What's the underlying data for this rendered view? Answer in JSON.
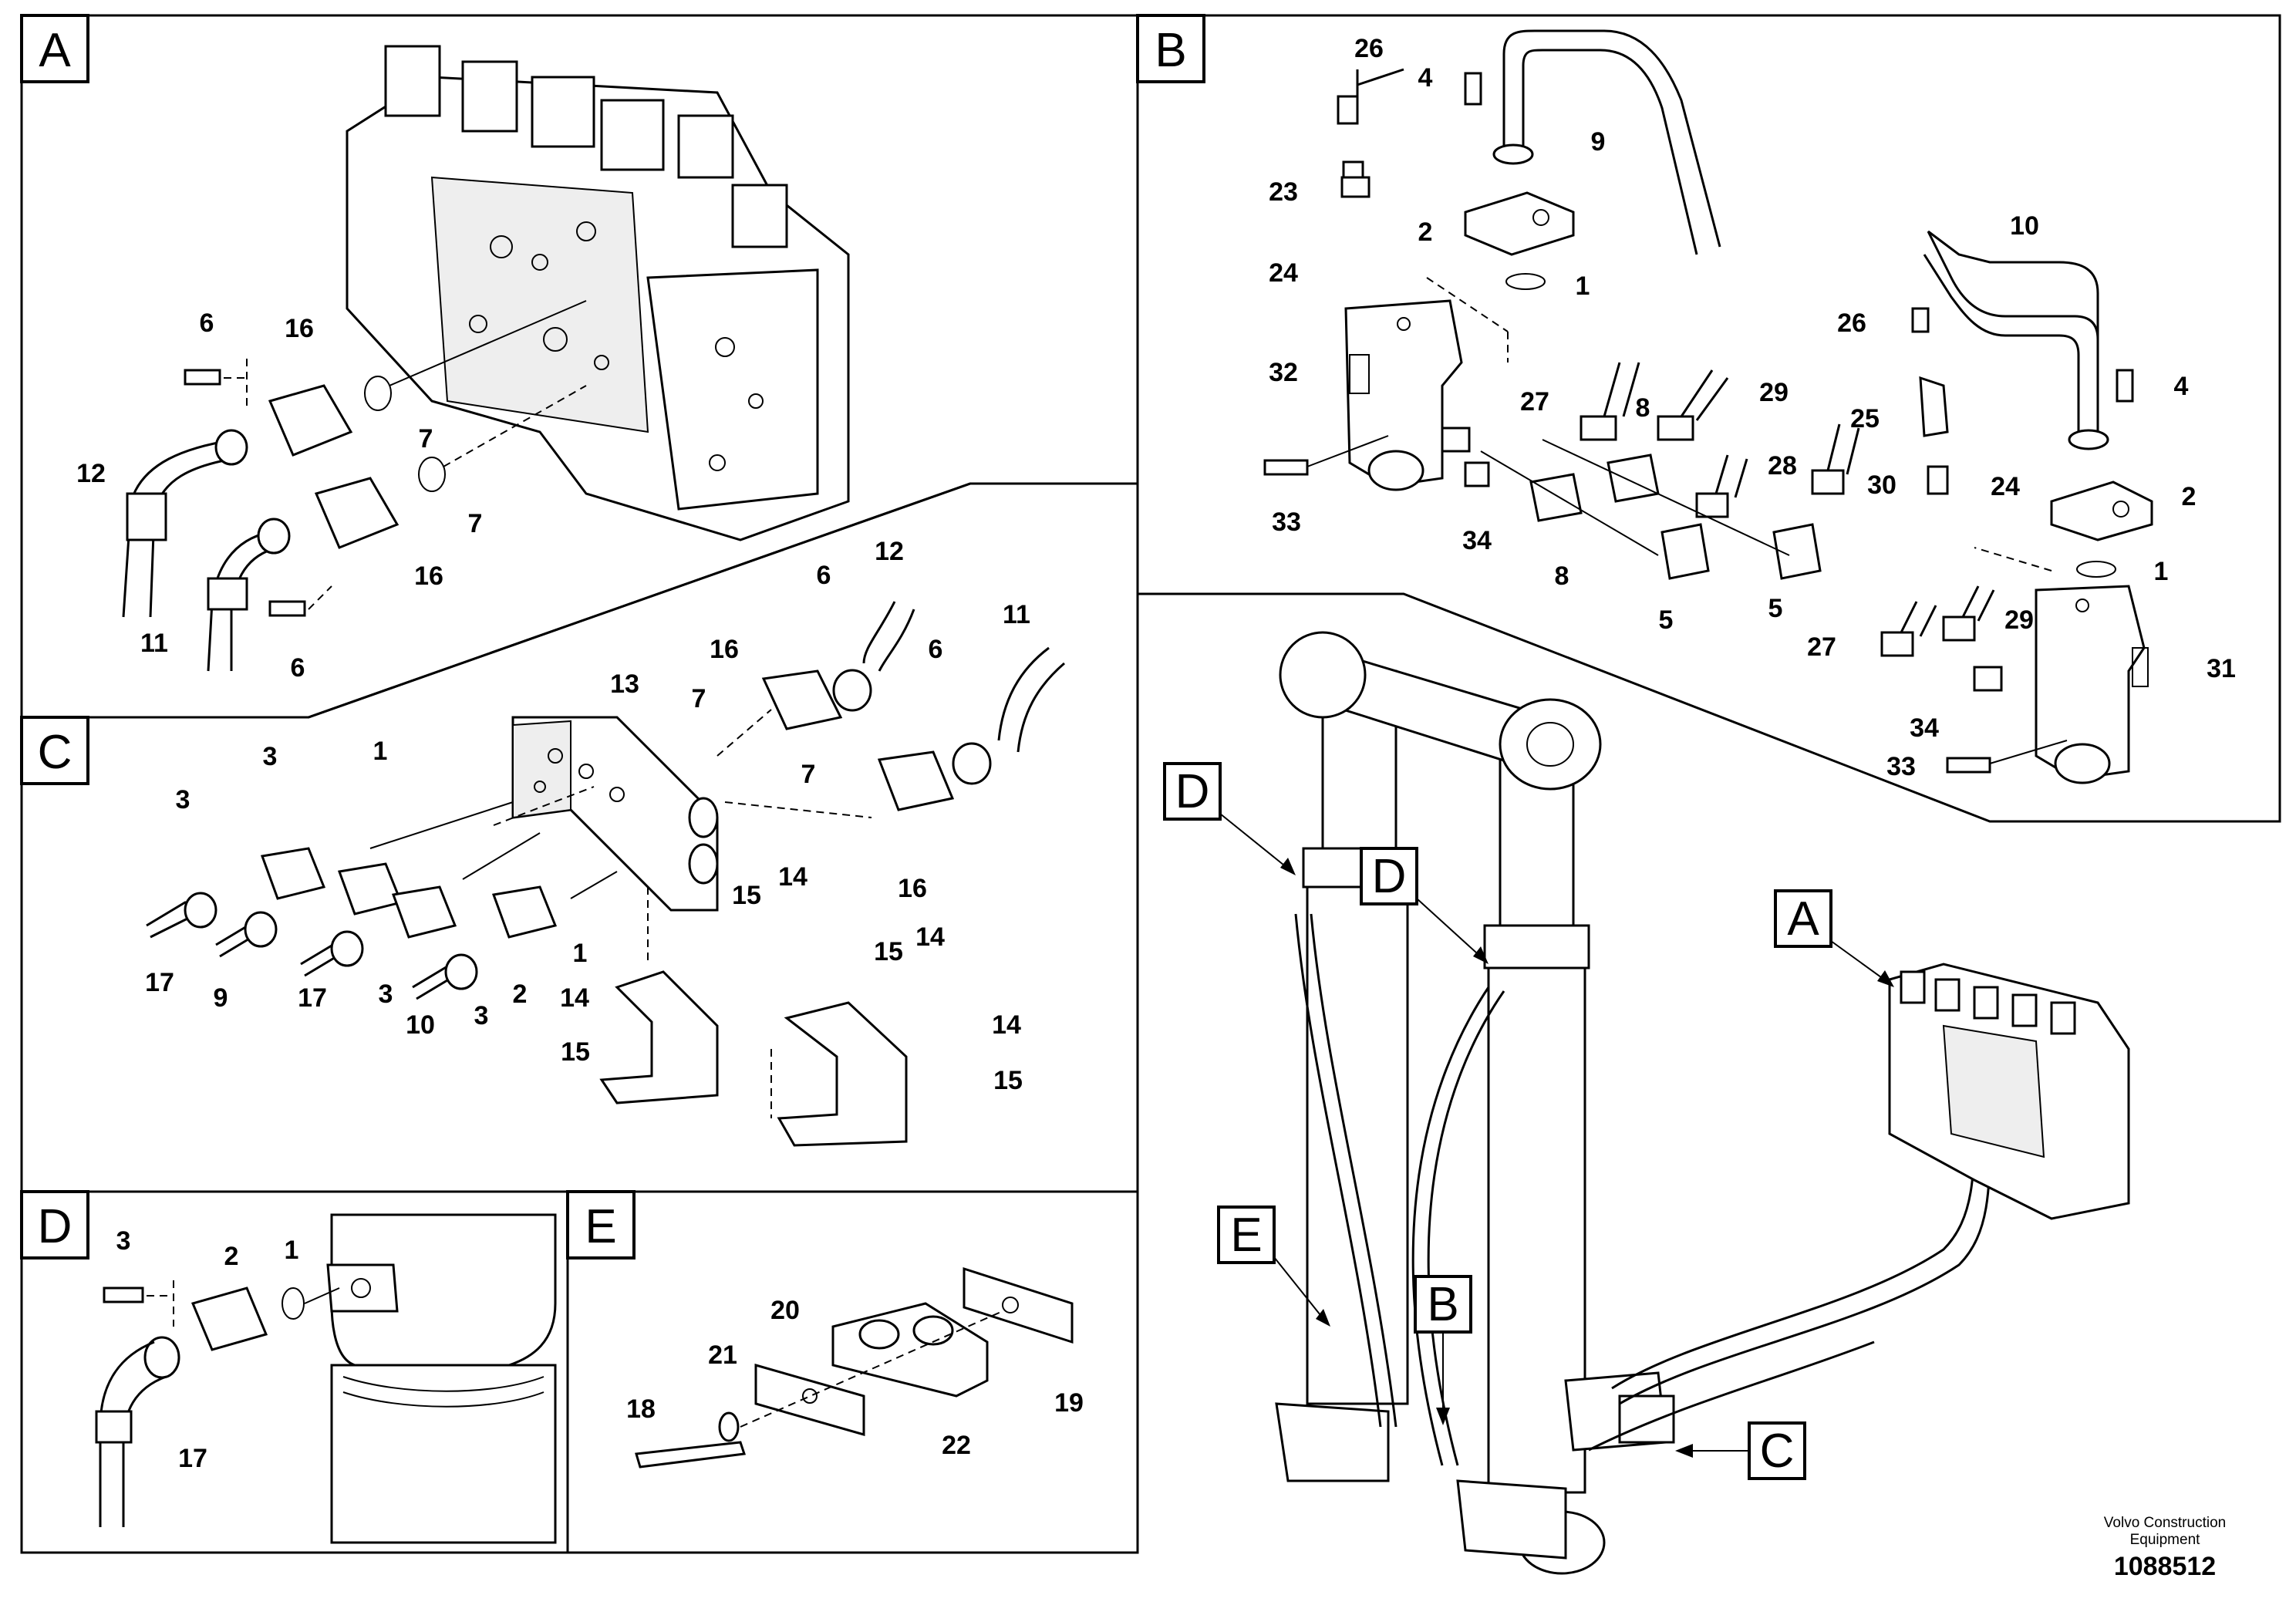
{
  "sections": {
    "A": "A",
    "B": "B",
    "C": "C",
    "D": "D",
    "E": "E"
  },
  "overview_labels": {
    "D_left": "D",
    "D_right": "D",
    "E": "E",
    "B": "B",
    "A": "A",
    "C": "C"
  },
  "callouts_A": [
    "6",
    "16",
    "7",
    "12",
    "7",
    "16",
    "11",
    "6"
  ],
  "callouts_B": [
    "26",
    "4",
    "9",
    "23",
    "2",
    "24",
    "1",
    "32",
    "33",
    "34",
    "8",
    "5",
    "5",
    "27",
    "8",
    "29",
    "28",
    "30",
    "10",
    "26",
    "4",
    "25",
    "24",
    "2",
    "1",
    "29",
    "27",
    "31",
    "34",
    "33"
  ],
  "callouts_C": [
    "3",
    "3",
    "1",
    "13",
    "16",
    "6",
    "12",
    "6",
    "11",
    "7",
    "7",
    "16",
    "17",
    "9",
    "17",
    "3",
    "10",
    "3",
    "2",
    "1",
    "14",
    "15",
    "15",
    "14",
    "15",
    "14",
    "14",
    "15"
  ],
  "callouts_D": [
    "3",
    "2",
    "1",
    "17"
  ],
  "callouts_E": [
    "20",
    "21",
    "18",
    "22",
    "19"
  ],
  "footer": {
    "company_line1": "Volvo Construction",
    "company_line2": "Equipment",
    "drawing_number": "1088512"
  }
}
